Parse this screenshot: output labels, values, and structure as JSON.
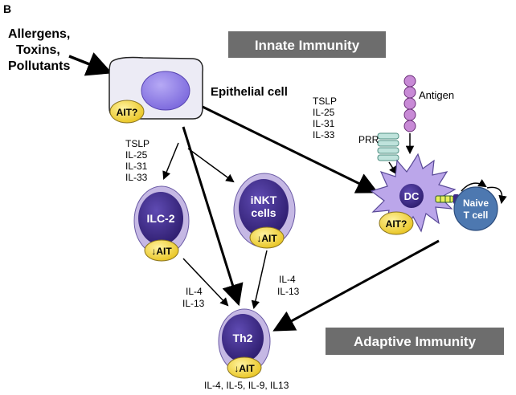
{
  "panel_label": "B",
  "triggers": [
    "Allergens,",
    "Toxins,",
    "Pollutants"
  ],
  "banners": {
    "innate": "Innate Immunity",
    "adaptive": "Adaptive Immunity"
  },
  "epithelial": {
    "label": "Epithelial cell",
    "badge": "AIT?",
    "cytokines_left": [
      "TSLP",
      "IL-25",
      "IL-31",
      "IL-33"
    ],
    "cytokines_right": [
      "TSLP",
      "IL-25",
      "IL-31",
      "IL-33"
    ]
  },
  "antigen": {
    "label": "Antigen"
  },
  "prr": {
    "label": "PRR"
  },
  "dc": {
    "label": "DC",
    "badge": "AIT?"
  },
  "naive_t": {
    "line1": "Naive",
    "line2": "T cell"
  },
  "ilc2": {
    "label": "ILC-2",
    "badge": "↓AIT"
  },
  "inkt": {
    "line1": "iNKT",
    "line2": "cells",
    "badge": "↓AIT"
  },
  "th2": {
    "label": "Th2",
    "badge": "↓AIT",
    "outputs": "IL-4, IL-5, IL-9, IL13"
  },
  "il_left": [
    "IL-4",
    "IL-13"
  ],
  "il_right": [
    "IL-4",
    "IL-13"
  ],
  "colors": {
    "banner_bg": "#6d6d6d",
    "banner_text": "#ffffff",
    "epithelial_fill": "#ecebf5",
    "nucleus": "#8f7fe6",
    "cell_outer": "#c5b8e4",
    "cell_inner": "#3e2a86",
    "badge": "#f2d23b",
    "dc_body": "#bba6ea",
    "prr": "#bfe3dc",
    "antigen": "#c88ad6",
    "naive": "#4d78b0"
  }
}
